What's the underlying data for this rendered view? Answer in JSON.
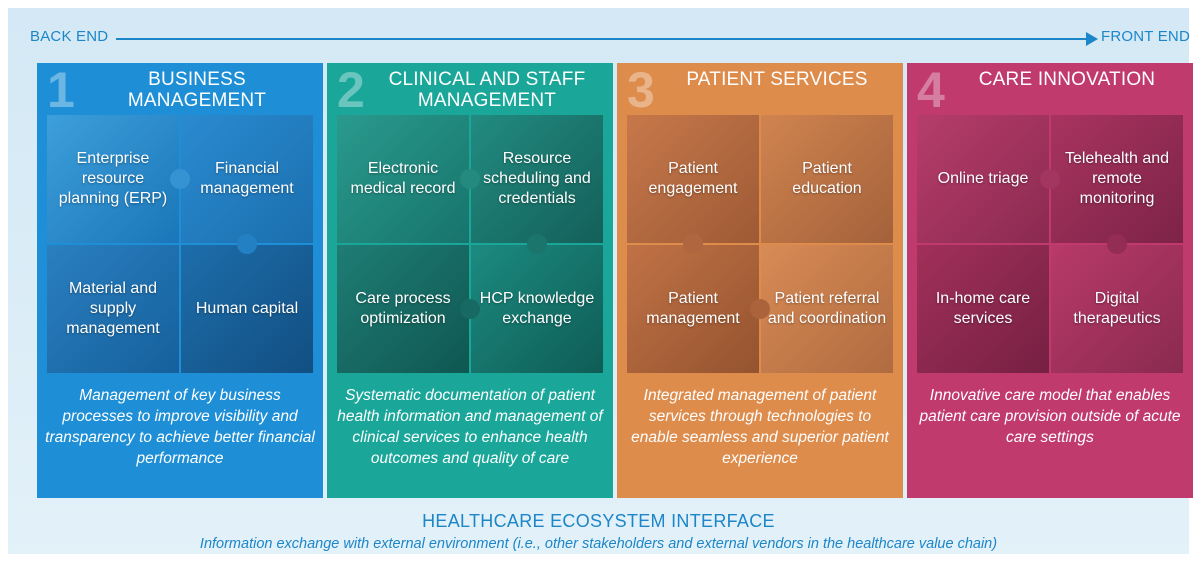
{
  "axis": {
    "left_label": "BACK END",
    "right_label": "FRONT END",
    "color": "#1c86c8"
  },
  "panels": [
    {
      "number": "1",
      "title": "BUSINESS MANAGEMENT",
      "color": "#1e8fd6",
      "tiles": [
        "Enterprise resource planning (ERP)",
        "Financial management",
        "Material and supply management",
        "Human capital"
      ],
      "description": "Management of key business processes to improve visibility and transparency to achieve better financial performance"
    },
    {
      "number": "2",
      "title": "CLINICAL AND STAFF MANAGEMENT",
      "color": "#1aa79a",
      "tiles": [
        "Electronic medical record",
        "Resource scheduling and credentials",
        "Care process optimization",
        "HCP knowledge exchange"
      ],
      "description": "Systematic documentation of patient health information and management of clinical services to enhance health outcomes and quality of care"
    },
    {
      "number": "3",
      "title": "PATIENT SERVICES",
      "color": "#de8c4c",
      "tiles": [
        "Patient engagement",
        "Patient education",
        "Patient management",
        "Patient referral and coordination"
      ],
      "description": "Integrated management of patient services through technologies to enable seamless and superior patient experience"
    },
    {
      "number": "4",
      "title": "CARE INNOVATION",
      "color": "#c13a6e",
      "tiles": [
        "Online triage",
        "Telehealth and remote monitoring",
        "In-home care services",
        "Digital therapeutics"
      ],
      "description": "Innovative care model that enables patient care provision outside of acute care settings"
    }
  ],
  "footer": {
    "title": "HEALTHCARE ECOSYSTEM INTERFACE",
    "subtitle": "Information exchange with external environment (i.e., other stakeholders and external vendors in the healthcare value chain)"
  }
}
